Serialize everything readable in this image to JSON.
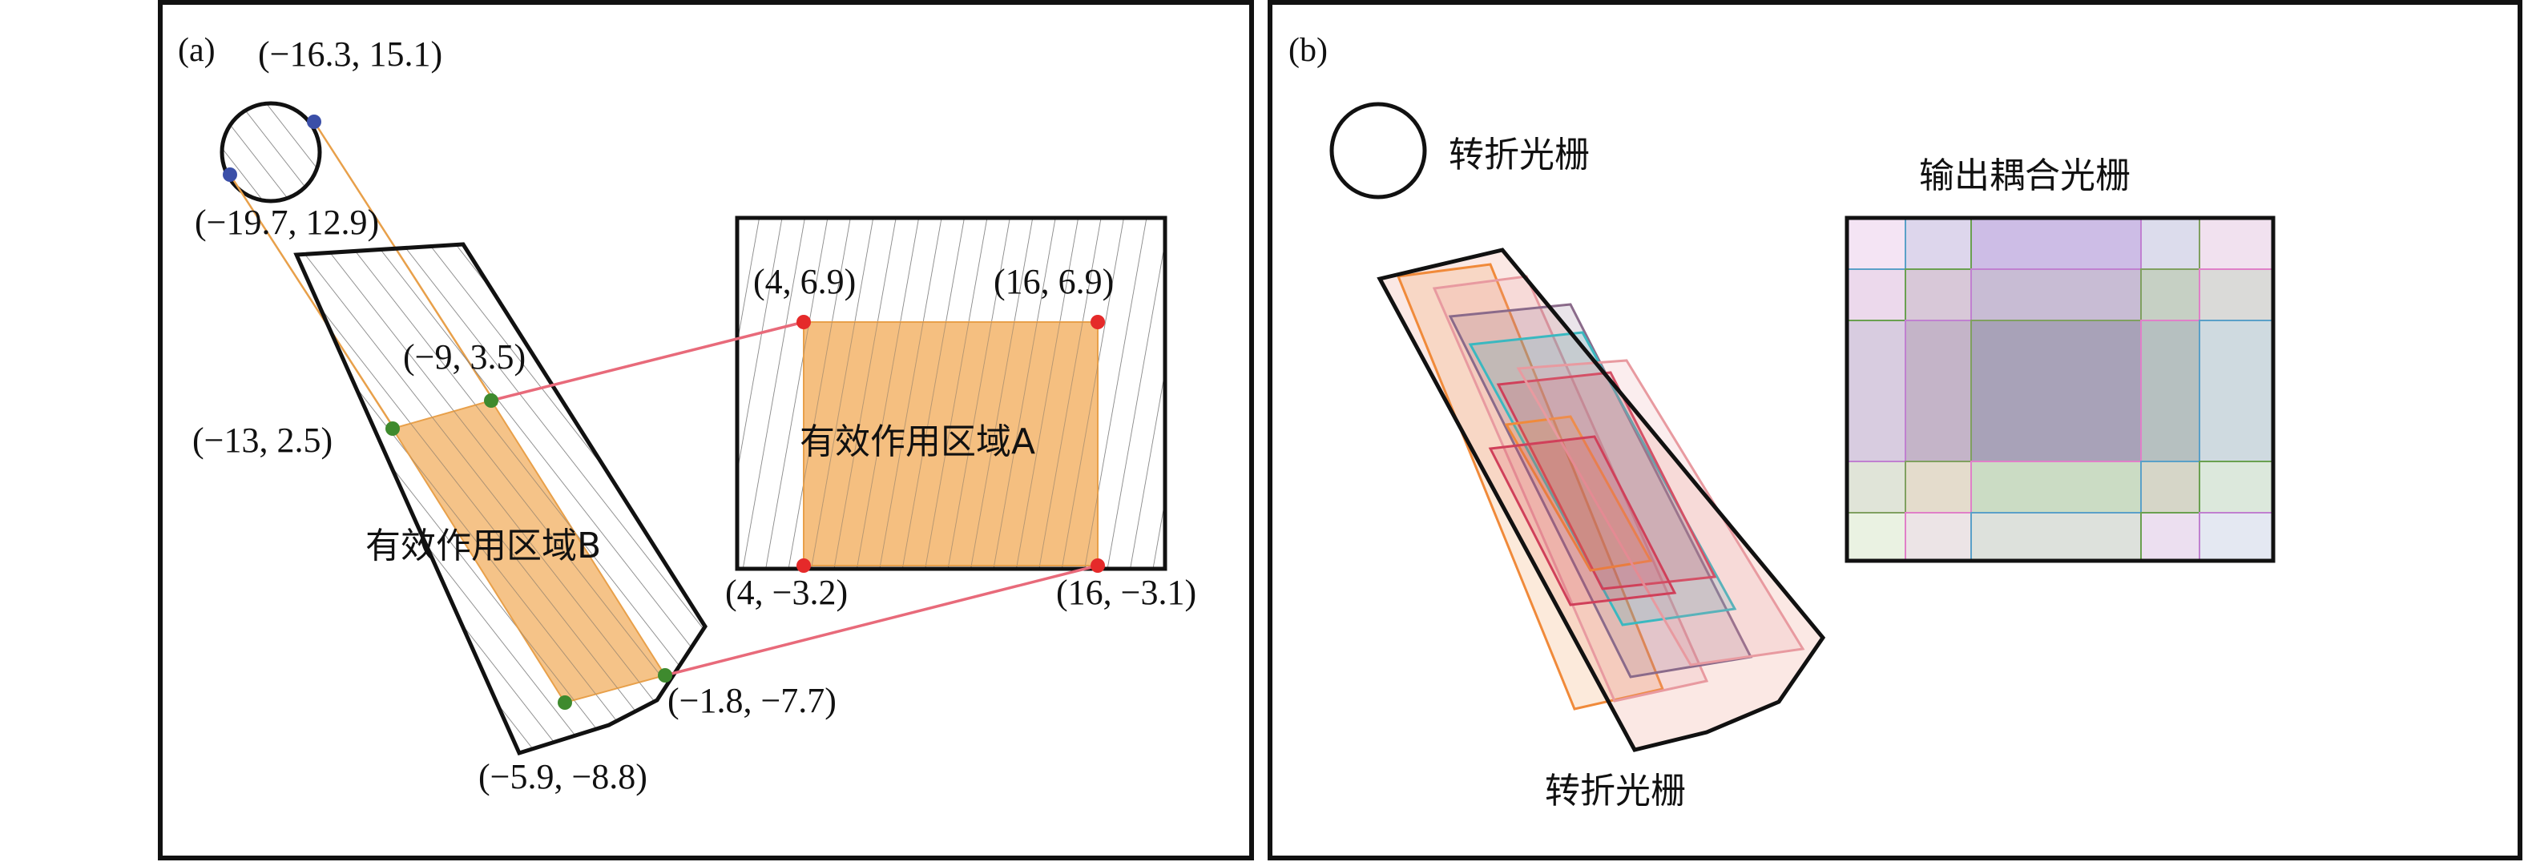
{
  "colors": {
    "frame": "#111111",
    "region_fill": "#f3b46a",
    "region_edge": "#e8a04a",
    "connector": "#e86a7a",
    "hatch": "#777777",
    "circle_points": "#3b4fa8",
    "region_b_points": "#3e8a2e",
    "region_a_points": "#e52a2a"
  },
  "panel_a": {
    "label": "(a)",
    "circle_grating": {
      "coords": [
        "(−16.3, 15.1)",
        "(−19.7, 12.9)"
      ]
    },
    "region_b": {
      "label": "有效作用区域B",
      "coords": [
        "(−9, 3.5)",
        "(−13, 2.5)",
        "(−1.8, −7.7)",
        "(−5.9, −8.8)"
      ]
    },
    "region_a": {
      "label": "有效作用区域A",
      "coords": [
        "(4, 6.9)",
        "(16, 6.9)",
        "(4, −3.2)",
        "(16, −3.1)"
      ]
    }
  },
  "panel_b": {
    "label": "(b)",
    "legend_circle_label": "转折光栅",
    "output_grating_label": "输出耦合光栅",
    "fold_grating_label": "转折光栅",
    "overlay_colors": [
      "#f08a3a",
      "#3ab8c0",
      "#d0405a",
      "#8a6a8a",
      "#e89aa0"
    ],
    "grid_cell_colors": [
      "#f4e4f4",
      "#ddd6ec",
      "#cdbde6",
      "#dcdcec",
      "#f1e1ef",
      "#ecd9ec",
      "#d8c8d8",
      "#c8bcd4",
      "#c6d0c4",
      "#dadad8",
      "#d8cce0",
      "#c4b4c8",
      "#a8a2b8",
      "#b6c0c0",
      "#cfdae0",
      "#e0e4d8",
      "#e4dccc",
      "#cbdcc4",
      "#d6d6c8",
      "#dce8dc",
      "#eaf2e2",
      "#ece4e6",
      "#dde1dc",
      "#ecdff0",
      "#e4e8f2"
    ]
  }
}
